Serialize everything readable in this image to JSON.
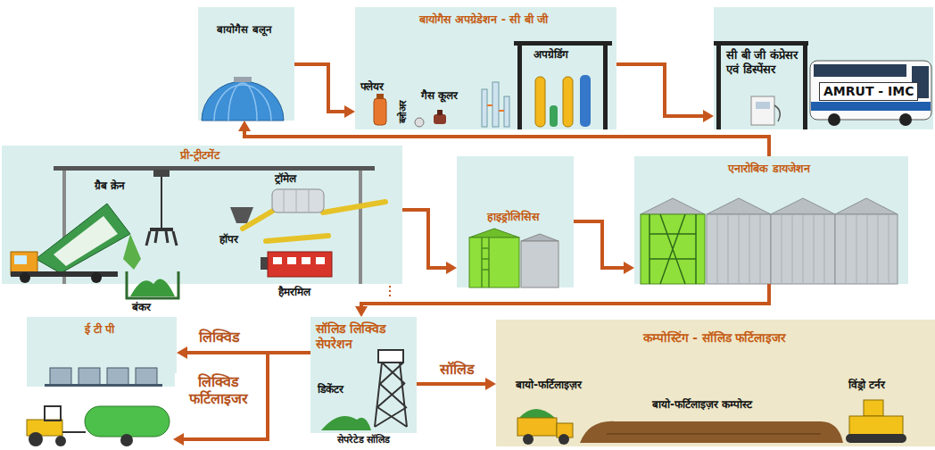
{
  "diagram": {
    "nodes": [
      {
        "text": [
          "बायोगैस बलून"
        ]
      },
      {
        "text": [
          "बायोगैस अपग्रेडेशन - सी बी जी",
          "फ्लेयर",
          "ब्लोअर",
          "गैस कूलर",
          "अपग्रेडिंग"
        ]
      },
      {
        "text": [
          "सी बी जी कंप्रेसर एवं डिस्पेंसर",
          "AMRUT - IMC"
        ]
      },
      {
        "text": [
          "प्री-ट्रीटमेंट",
          "ग्रैब क्रेन",
          "ट्रॉमेल",
          "हॉपर",
          "हैमरमिल",
          "बंकर"
        ]
      },
      {
        "text": [
          "हाइड्रोलिसिस"
        ]
      },
      {
        "text": [
          "एनारोबिक डायजेशन"
        ]
      },
      {
        "text": [
          "ई टी पी"
        ]
      },
      {
        "text": [
          "सॉलिड लिक्विड सेपरेशन",
          "डिकेंटर",
          "सेपरेटेड सॉलिड"
        ]
      },
      {
        "text": [
          "कम्पोस्टिंग - सॉलिड फर्टिलाइजर",
          "बायो-फर्टिलाइज़र",
          "बायो-फर्टिलाइज़र कम्पोस्ट",
          "विंड्रो टर्नर"
        ]
      }
    ],
    "edges": [
      {
        "from": 0,
        "to": 1,
        "arrow": "to"
      },
      {
        "from": 1,
        "to": 2,
        "arrow": "to"
      },
      {
        "from": 5,
        "to": 0,
        "arrow": "to"
      },
      {
        "from": 3,
        "to": 4,
        "arrow": "to"
      },
      {
        "from": 4,
        "to": 5,
        "arrow": "to"
      },
      {
        "from": 5,
        "to": 7,
        "arrow": "to"
      },
      {
        "from": 7,
        "to": 6,
        "label": "लिक्विड",
        "arrow": "to"
      },
      {
        "from": 7,
        "to": 8,
        "label": "सॉलिड",
        "arrow": "to"
      }
    ],
    "labels": [
      "लिक्विड फर्टिलाइजर"
    ]
  }
}
